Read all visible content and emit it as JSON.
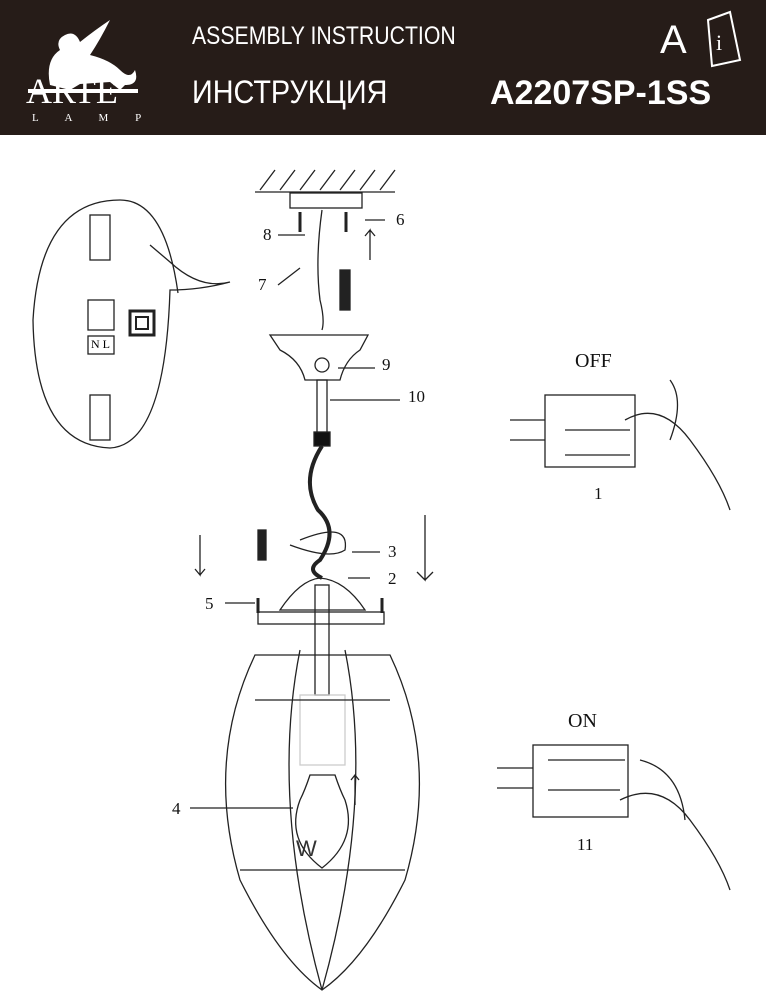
{
  "header": {
    "brand": "ARTE",
    "brand_sub": "L A M P",
    "title_en": "ASSEMBLY INSTRUCTION",
    "title_ru": "ИНСТРУКЦИЯ",
    "letter": "A",
    "model": "A2207SP-1SS",
    "info_icon": "manual-info-icon"
  },
  "diagram": {
    "callouts": [
      "1",
      "2",
      "3",
      "4",
      "5",
      "6",
      "7",
      "8",
      "9",
      "10",
      "11"
    ],
    "switch_off": "OFF",
    "switch_on": "ON",
    "terminal": "N L",
    "bulb_mark": "W"
  }
}
